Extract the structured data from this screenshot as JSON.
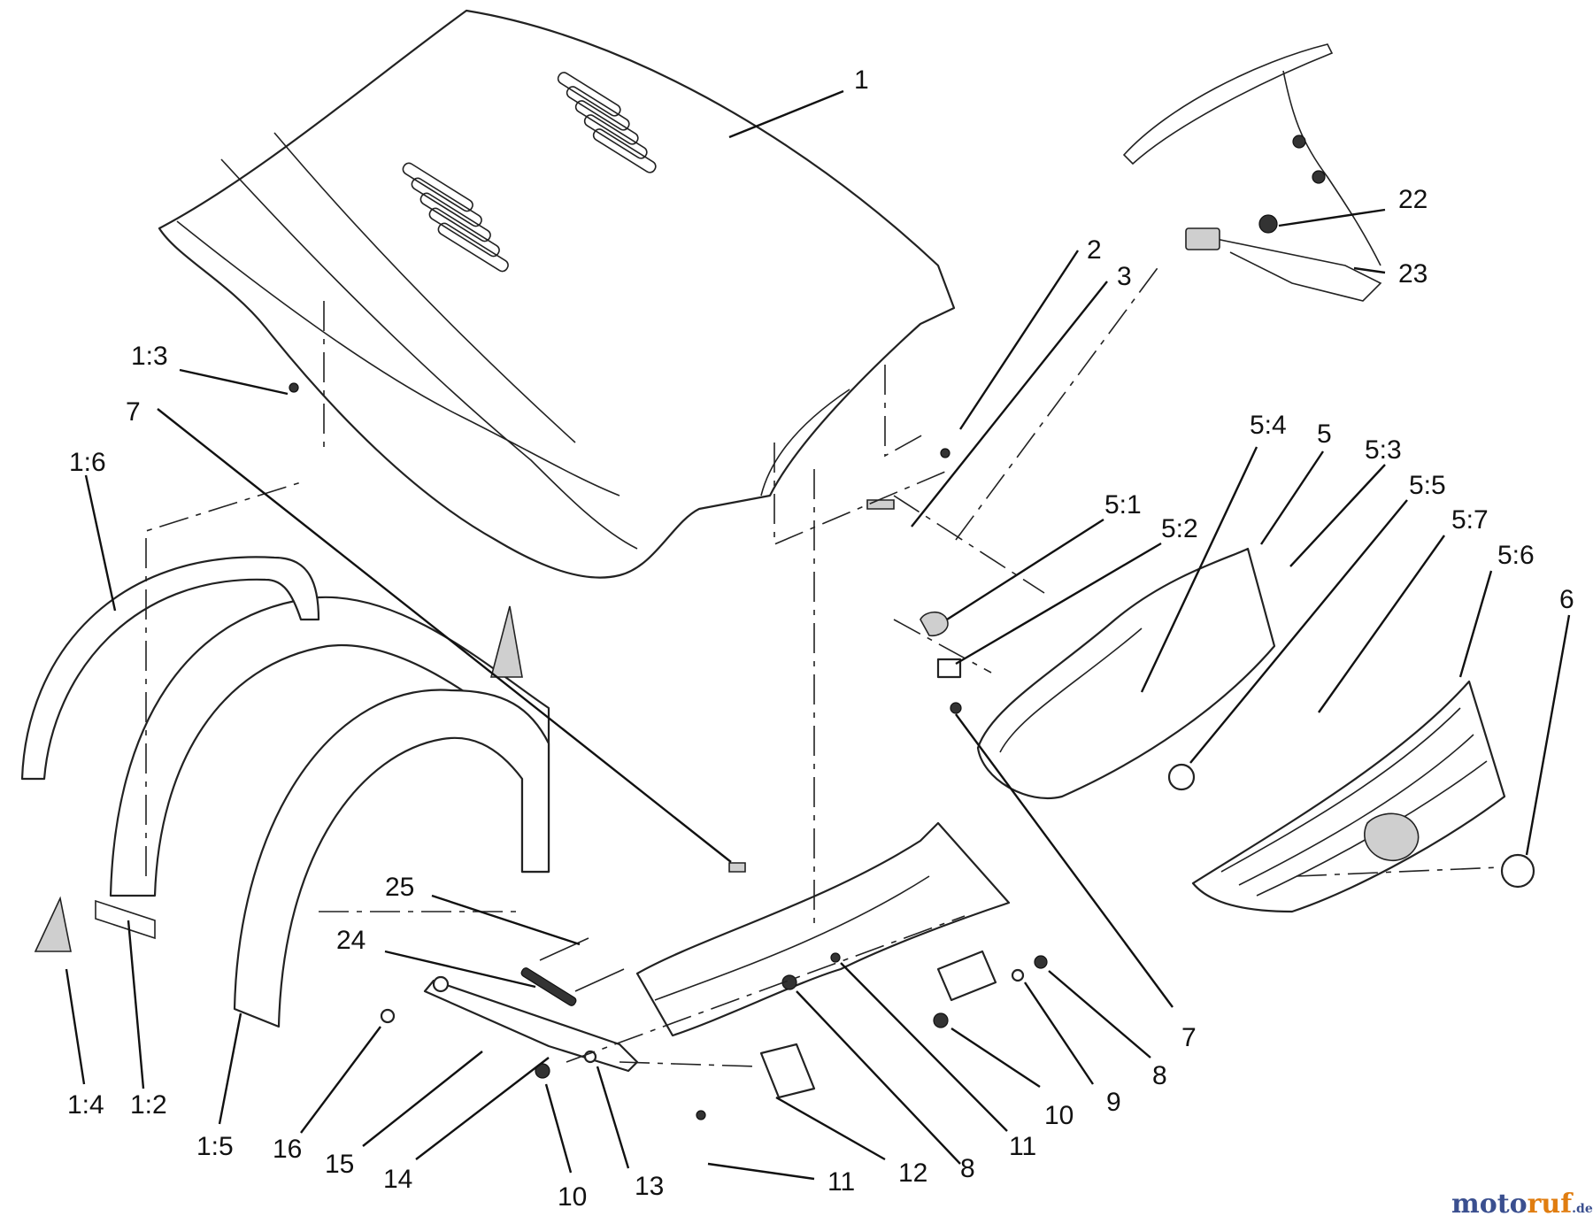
{
  "callouts": [
    {
      "id": "c-1",
      "text": "1"
    },
    {
      "id": "c-2",
      "text": "2"
    },
    {
      "id": "c-3",
      "text": "3"
    },
    {
      "id": "c-22",
      "text": "22"
    },
    {
      "id": "c-23",
      "text": "23"
    },
    {
      "id": "c-1-3",
      "text": "1:3"
    },
    {
      "id": "c-7a",
      "text": "7"
    },
    {
      "id": "c-1-6",
      "text": "1:6"
    },
    {
      "id": "c-5-4",
      "text": "5:4"
    },
    {
      "id": "c-5",
      "text": "5"
    },
    {
      "id": "c-5-3",
      "text": "5:3"
    },
    {
      "id": "c-5-5",
      "text": "5:5"
    },
    {
      "id": "c-5-1",
      "text": "5:1"
    },
    {
      "id": "c-5-2",
      "text": "5:2"
    },
    {
      "id": "c-5-7",
      "text": "5:7"
    },
    {
      "id": "c-5-6",
      "text": "5:6"
    },
    {
      "id": "c-6",
      "text": "6"
    },
    {
      "id": "c-25",
      "text": "25"
    },
    {
      "id": "c-24",
      "text": "24"
    },
    {
      "id": "c-7b",
      "text": "7"
    },
    {
      "id": "c-8a",
      "text": "8"
    },
    {
      "id": "c-9",
      "text": "9"
    },
    {
      "id": "c-10a",
      "text": "10"
    },
    {
      "id": "c-11a",
      "text": "11"
    },
    {
      "id": "c-8b",
      "text": "8"
    },
    {
      "id": "c-12",
      "text": "12"
    },
    {
      "id": "c-11b",
      "text": "11"
    },
    {
      "id": "c-13",
      "text": "13"
    },
    {
      "id": "c-10b",
      "text": "10"
    },
    {
      "id": "c-14",
      "text": "14"
    },
    {
      "id": "c-15",
      "text": "15"
    },
    {
      "id": "c-16",
      "text": "16"
    },
    {
      "id": "c-1-5",
      "text": "1:5"
    },
    {
      "id": "c-1-2",
      "text": "1:2"
    },
    {
      "id": "c-1-4",
      "text": "1:4"
    }
  ],
  "watermark": {
    "part1": "moto",
    "part2": "ruf",
    "suffix": ".de",
    "color1": "#3a4f8f",
    "color2": "#e07d10"
  }
}
